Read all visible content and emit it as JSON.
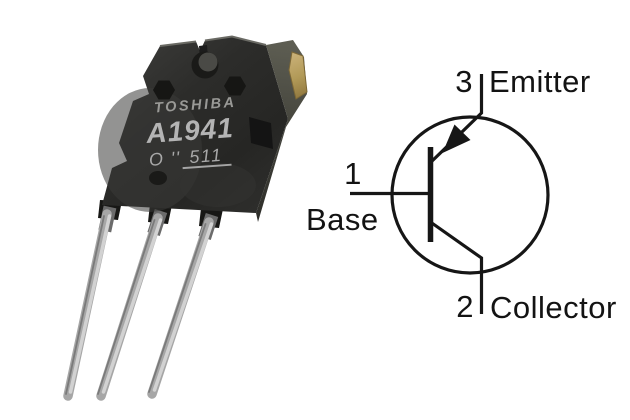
{
  "figure": {
    "subject": "A1941 transistor pinout"
  },
  "photo": {
    "brand": "TOSHIBA",
    "part_number": "A1941",
    "lot_code_prefix": "O ''",
    "lot_code_number": "511"
  },
  "schematic": {
    "pins": [
      {
        "number": "3",
        "name": "Emitter"
      },
      {
        "number": "1",
        "name": "Base"
      },
      {
        "number": "2",
        "name": "Collector"
      }
    ]
  },
  "colors": {
    "background": "#ffffff",
    "package_body": "#2c2c2a",
    "package_side": "#55554a",
    "gold_tab": "#b29a58",
    "lead_metal": "#a8a8a8",
    "marking_text": "#b4b4b4",
    "schematic_ink": "#161616"
  }
}
